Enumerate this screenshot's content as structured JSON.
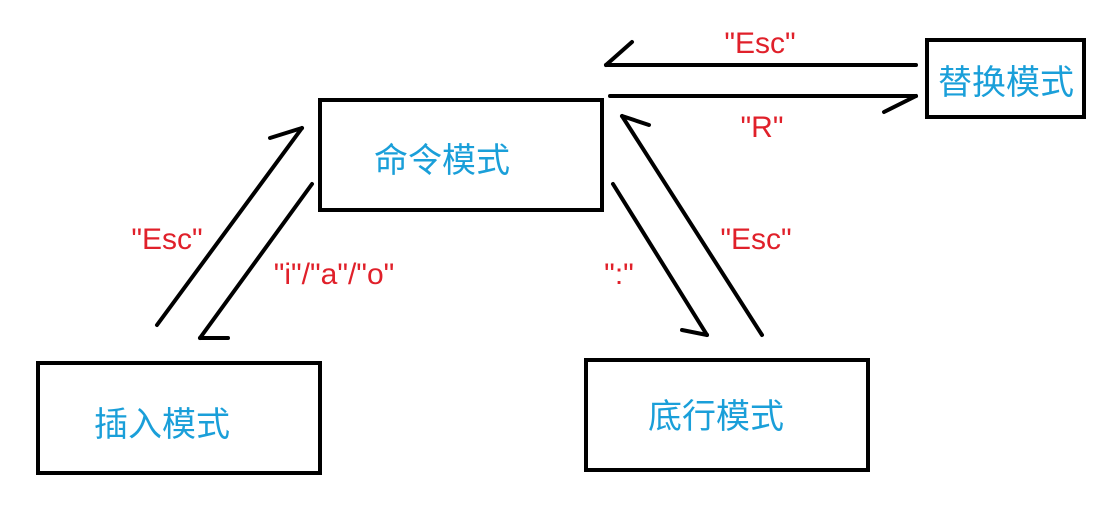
{
  "nodes": {
    "command": "命令模式",
    "replace": "替换模式",
    "insert": "插入模式",
    "bottom": "底行模式"
  },
  "edges": {
    "replace_to_command": "\"Esc\"",
    "command_to_replace": "\"R\"",
    "insert_to_command": "\"Esc\"",
    "command_to_insert": "\"i\"/\"a\"/\"o\"",
    "command_to_bottom": "\":\"",
    "bottom_to_command": "\"Esc\""
  },
  "colors": {
    "node_text": "#1a9fd9",
    "edge_text": "#e0202a",
    "lines": "#000000"
  }
}
